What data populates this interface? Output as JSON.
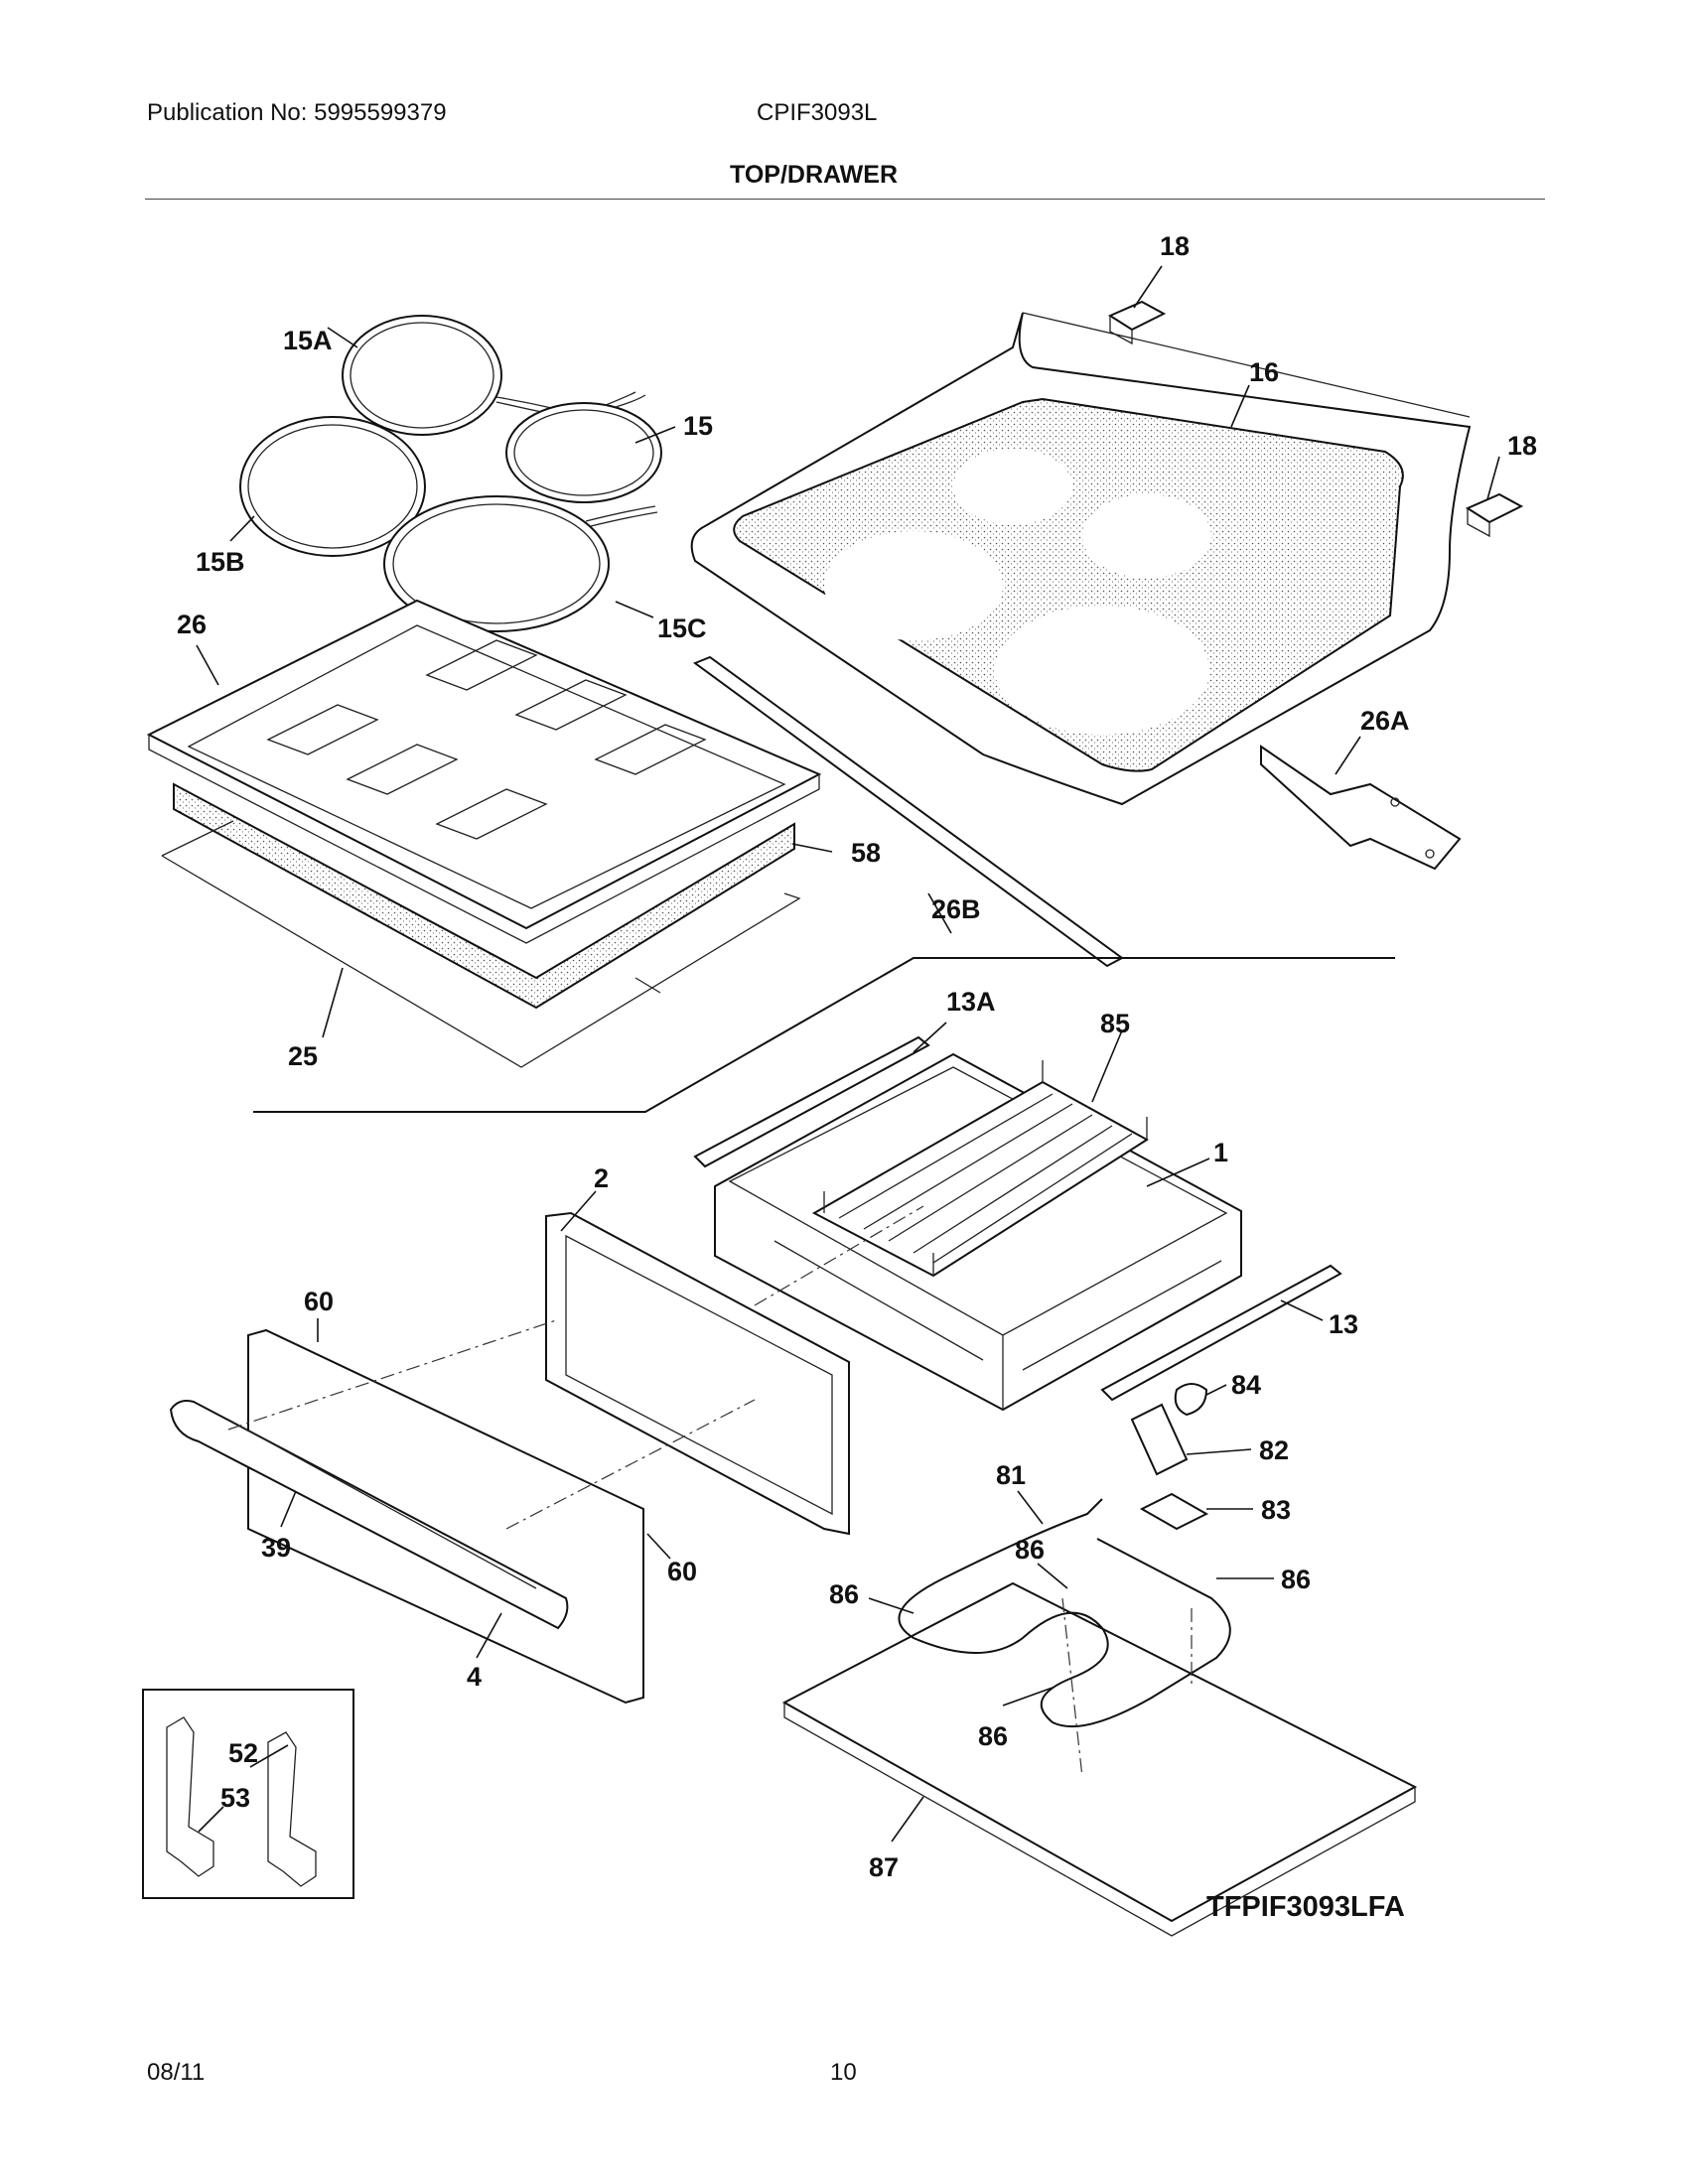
{
  "header": {
    "publication": "Publication No: 5995599379",
    "model": "CPIF3093L",
    "section_title": "TOP/DRAWER"
  },
  "footer": {
    "date": "08/11",
    "page": "10"
  },
  "diagram": {
    "drawing_id": "TFPIF3093LFA",
    "callouts": {
      "c18a": "18",
      "c16": "16",
      "c18b": "18",
      "c15a": "15A",
      "c15": "15",
      "c15b": "15B",
      "c15c": "15C",
      "c26": "26",
      "c58": "58",
      "c25": "25",
      "c26b": "26B",
      "c26a": "26A",
      "c13a": "13A",
      "c85": "85",
      "c1": "1",
      "c2": "2",
      "c13": "13",
      "c60a": "60",
      "c60b": "60",
      "c39": "39",
      "c4": "4",
      "c84": "84",
      "c82": "82",
      "c81": "81",
      "c83": "83",
      "c86a": "86",
      "c86b": "86",
      "c86c": "86",
      "c86d": "86",
      "c87": "87",
      "c52": "52",
      "c53": "53"
    }
  }
}
